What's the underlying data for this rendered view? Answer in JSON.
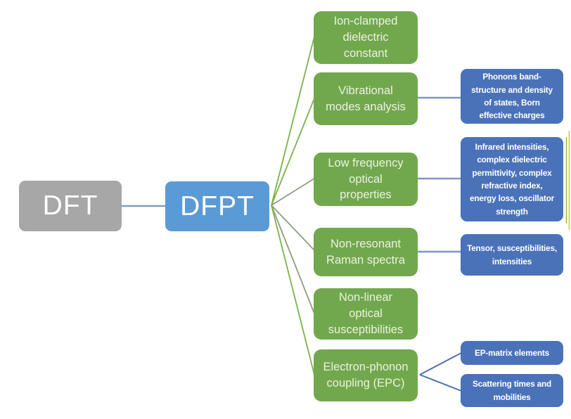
{
  "nodes": {
    "root": {
      "label": "DFT"
    },
    "hub": {
      "label": "DFPT"
    }
  },
  "branches": [
    {
      "label": "Ion-clamped\ndielectric\nconstant",
      "children": []
    },
    {
      "label": "Vibrational\nmodes analysis",
      "children": [
        {
          "label": "Phonons band-\nstructure and density\nof states, Born\neffective charges"
        }
      ]
    },
    {
      "label": "Low frequency\noptical\nproperties",
      "children": [
        {
          "label": "Infrared intensities,\ncomplex dielectric\npermittivity, complex\nrefractive index,\nenergy loss, oscillator\nstrength"
        }
      ]
    },
    {
      "label": "Non-resonant\nRaman spectra",
      "children": [
        {
          "label": "Tensor, susceptibilities,\nintensities"
        }
      ]
    },
    {
      "label": "Non-linear\noptical\nsusceptibilities",
      "children": []
    },
    {
      "label": "Electron-phonon\ncoupling (EPC)",
      "children": [
        {
          "label": "EP-matrix elements"
        },
        {
          "label": "Scattering times and\nmobilities"
        }
      ]
    }
  ],
  "colors": {
    "root_fill": "#A7A7A7",
    "hub_fill": "#5B9BD5",
    "branch_fill": "#72A84D",
    "leaf_fill": "#4A72B8",
    "connector_green": "#7CB24A",
    "connector_olive": "#8E9E7E",
    "connector_blue_gray": "#7E96C4",
    "connector_blue": "#4A6FB5",
    "accent_line_green": "#9FB54E",
    "accent_line_yellow": "#CBD84E",
    "text_on_branch": "#EAF2E0",
    "text_on_leaf": "#FFFFFF"
  }
}
